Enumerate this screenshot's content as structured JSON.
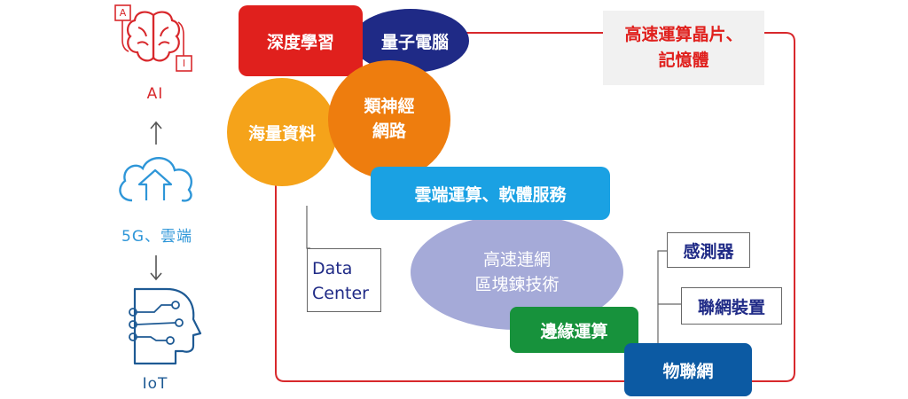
{
  "colors": {
    "red": "#e0201d",
    "red_line": "#d8282c",
    "navy": "#1f2a86",
    "orange_light": "#f5a31a",
    "orange": "#ee7d0e",
    "cyan": "#1aa1e3",
    "lavender": "#a5aad8",
    "green": "#17923c",
    "blue_dark": "#0c5aa3",
    "gray_box": "#f1f1f1",
    "label_dark": "#1f2a86",
    "icon_blue": "#2e96d8",
    "icon_navy": "#1e5a94",
    "gray_line": "#666666"
  },
  "icons": {
    "ai": "brain-icon",
    "cloud": "cloud-upload-icon",
    "iot": "head-circuit-icon",
    "arrow_up": "arrow-up-icon",
    "arrow_down": "arrow-down-icon"
  },
  "left": {
    "ai_label": "AI",
    "ai_badge_a": "A",
    "ai_badge_i": "I",
    "cloud_label": "5G、雲端",
    "iot_label": "IoT"
  },
  "nodes": {
    "deep_learning": "深度學習",
    "quantum": "量子電腦",
    "big_data": "海量資料",
    "neural_line1": "類神經",
    "neural_line2": "網路",
    "cloud_services": "雲端運算、軟體服務",
    "highspeed_line1": "高速連網",
    "highspeed_line2": "區塊鍊技術",
    "edge": "邊緣運算",
    "iot": "物聯網",
    "chip_line1": "高速運算晶片、",
    "chip_line2": "記憶體",
    "dc_line1": "Data",
    "dc_line2": "Center",
    "sensor": "感測器",
    "devices": "聯網裝置"
  }
}
